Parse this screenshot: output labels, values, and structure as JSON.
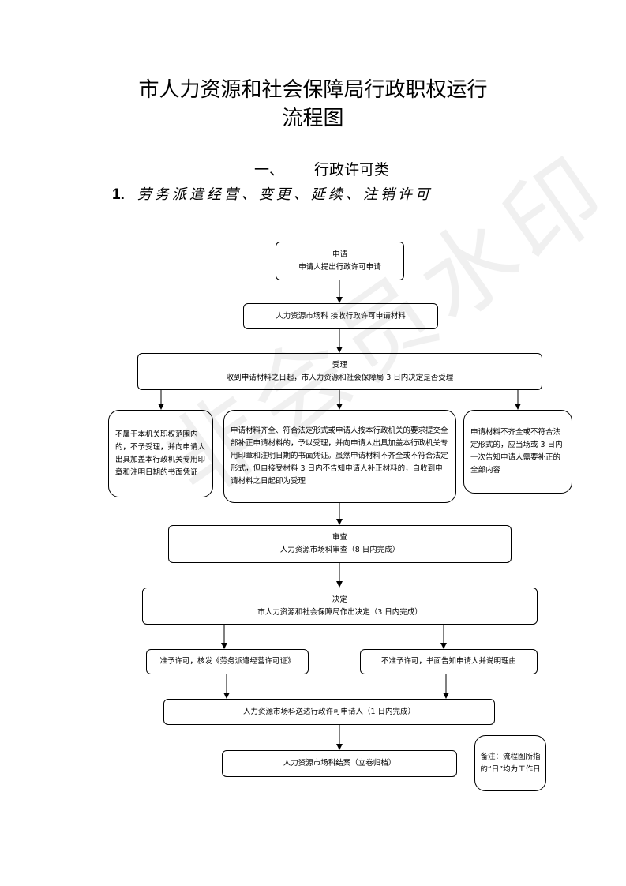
{
  "document": {
    "title_line1": "市人力资源和社会保障局行政职权运行",
    "title_line2": "流程图",
    "section": {
      "number": "一、",
      "title": "行政许可类"
    },
    "subsection": {
      "number": "1.",
      "title": "劳务派遣经营、变更、延续、注销许可"
    },
    "watermark": "非会员水印"
  },
  "flow": {
    "apply": {
      "title": "申请",
      "text": "申请人提出行政许可申请"
    },
    "receive": {
      "text": "人力资源市场科  接收行政许可申请材料"
    },
    "accept": {
      "title": "受理",
      "text": "收到申请材料之日起，市人力资源和社会保障局 3 日内决定是否受理"
    },
    "reject_scope": {
      "text": "不属于本机关职权范围内的，不予受理，并向申请人出具加盖本行政机关专用印章和注明日期的书面凭证"
    },
    "accepted": {
      "text": "申请材料齐全、符合法定形式或申请人按本行政机关的要求提交全部补正申请材料的，予以受理，并向申请人出具加盖本行政机关专用印章和注明日期的书面凭证。虽然申请材料不齐全或不符合法定形式，但自接受材料 3 日内不告知申请人补正材料的，自收到申请材料之日起即为受理"
    },
    "incomplete": {
      "text": "申请材料不齐全或不符合法定形式的，应当场或 3 日内一次告知申请人需要补正的全部内容"
    },
    "review": {
      "title": "审查",
      "text": "人力资源市场科审查（8 日内完成）"
    },
    "decide": {
      "title": "决定",
      "text": "市人力资源和社会保障局作出决定（3 日内完成）"
    },
    "approve": {
      "text": "准予许可，核发《劳务派遣经营许可证》"
    },
    "deny": {
      "text": "不准予许可，书面告知申请人并说明理由"
    },
    "deliver": {
      "text": "人力资源市场科送达行政许可申请人（1 日内完成）"
    },
    "close": {
      "text": "人力资源市场科结案（立卷归档）"
    },
    "note": {
      "text": "备注：流程图所指的“日”均为工作日"
    }
  }
}
